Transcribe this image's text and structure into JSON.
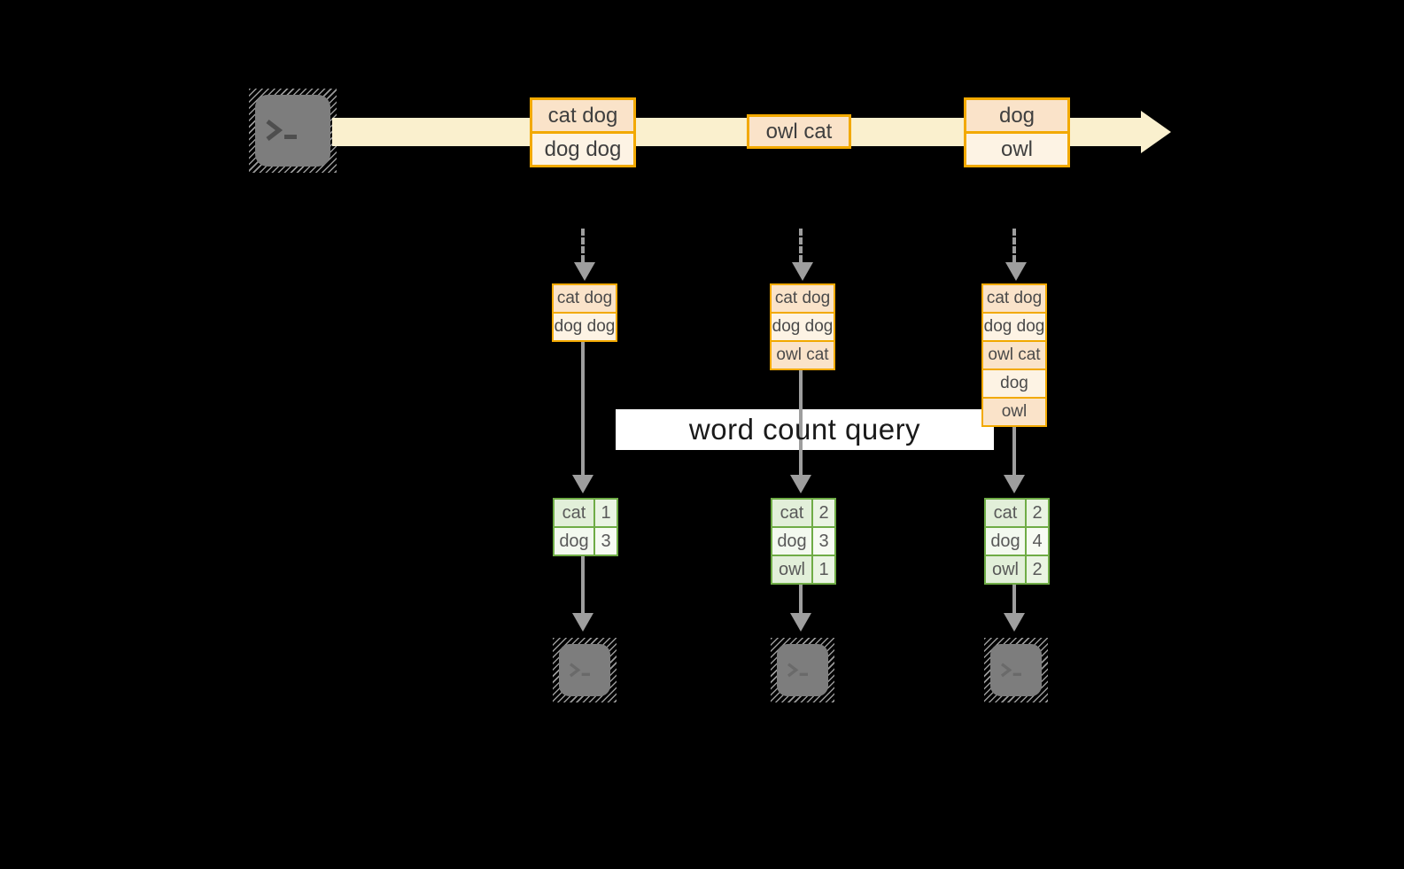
{
  "diagram": {
    "banner_label": "word count query",
    "stream_batches": [
      {
        "rows": [
          "cat dog",
          "dog dog"
        ]
      },
      {
        "rows": [
          "owl cat"
        ]
      },
      {
        "rows": [
          "dog",
          "owl"
        ]
      }
    ],
    "pipelines": [
      {
        "buffer_rows": [
          "cat dog",
          "dog dog"
        ],
        "counts": [
          [
            "cat",
            "1"
          ],
          [
            "dog",
            "3"
          ]
        ]
      },
      {
        "buffer_rows": [
          "cat dog",
          "dog dog",
          "owl cat"
        ],
        "counts": [
          [
            "cat",
            "2"
          ],
          [
            "dog",
            "3"
          ],
          [
            "owl",
            "1"
          ]
        ]
      },
      {
        "buffer_rows": [
          "cat dog",
          "dog dog",
          "owl cat",
          "dog",
          "owl"
        ],
        "counts": [
          [
            "cat",
            "2"
          ],
          [
            "dog",
            "4"
          ],
          [
            "owl",
            "2"
          ]
        ]
      }
    ],
    "colors": {
      "amber_border": "#F2A900",
      "peach_fill": "#FAE3C9",
      "cream_fill": "#FDF3E4",
      "stream_band": "#FAF0CE",
      "green_border": "#6FAC46",
      "green_fill": "#E2EFD9",
      "green_fill_light": "#F3F9EF",
      "arrow_gray": "#9E9E9E",
      "terminal_gray": "#7D7D7D",
      "banner_bg": "#FFFFFF"
    }
  }
}
